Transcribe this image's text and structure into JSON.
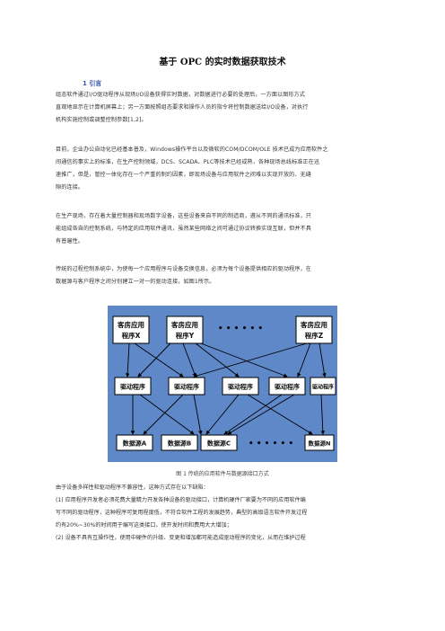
{
  "title": "基于 OPC 的实时数据获取技术",
  "section": {
    "number": "1",
    "heading": "引言"
  },
  "paragraphs": [
    {
      "id": "p1",
      "lines": [
        "组态软件通过I/O驱动程序从现场I/O设备获得实时数据，对数据进行必要的处理后，一方面以图形方式",
        "直观地显示在计算机屏幕上；另一方面按照组态要求和操作人员的指令将控制数据送给I/O设备，对执行",
        "机构实施控制或调整控制参数[1,2]。"
      ]
    },
    {
      "id": "p2",
      "lines": [
        "目前，企业办公自动化已经基本普及，Windows操作平台以及微软的COM/DCOM/OLE 技术已成为应用软件之",
        "间通信的事实上的标准，在生产控制领域，DCS、SCADA、PLC等技术已经成熟，各种现场总线标准正在迅",
        "速推广，但是，管控一体化存在一个严重的制约因素，即现场设备与应用软件之间难以实现开放的、无缝",
        "隙的连接。"
      ]
    },
    {
      "id": "p3",
      "lines": [
        "在生产现场，存在着大量控制器和现场数字设备，这些设备来自不同的制造商，遵从不同的通讯标准，只",
        "能组成各自的控制系统，与特定的应用软件通讯，虽然某些网络之间可通过协议转换实现互联，但并不具",
        "有普遍性。"
      ]
    },
    {
      "id": "p4",
      "lines": [
        "传统的过程控制系统中，为使每一个应用程序与设备交换信息，必须为每个设备提供相应的驱动程序，在",
        "数据源与客户程序之间分别建立一对一的驱动连接，如图1所示。"
      ]
    }
  ],
  "figure": {
    "apps": [
      {
        "line1": "客房应用",
        "line2": "程序X"
      },
      {
        "line1": "客房应用",
        "line2": "程序Y"
      },
      {
        "line1": "客房应用",
        "line2": "程序Z"
      }
    ],
    "drivers": [
      "驱动程序",
      "驱动程序",
      "驱动程序",
      "驱动程序",
      "驱动程序"
    ],
    "sources": [
      "数据源A",
      "数据源B",
      "数据源C",
      "数据源N"
    ],
    "ellipsis": "• • • • • •",
    "colors": {
      "background": "#5f88c9",
      "box": "#ffffff",
      "line": "#000000"
    }
  },
  "caption": "图 1  传统的应用软件与数据源接口方式",
  "after": {
    "intro": "由于设备多样性和驱动程序不兼容性，这种方式存在以下缺陷：",
    "items": [
      "(1)  应用程序开发者必须花费大量精力开发各种设备的驱动接口，计算机硬件厂家要为不同的应用软件编",
      "写不同的驱动程序，这种程序可复用程度低，不符合软件工程的发展趋势，典型的高级语言软件开发过程",
      "约有20%~30%的时间用于编写这类接口，使开发时间和费用大大增加；",
      "(2)  设备不具有互操作性，使用中硬件的升级、变更和增加都可能造成驱动程序的变化，从而在维护过程"
    ]
  }
}
